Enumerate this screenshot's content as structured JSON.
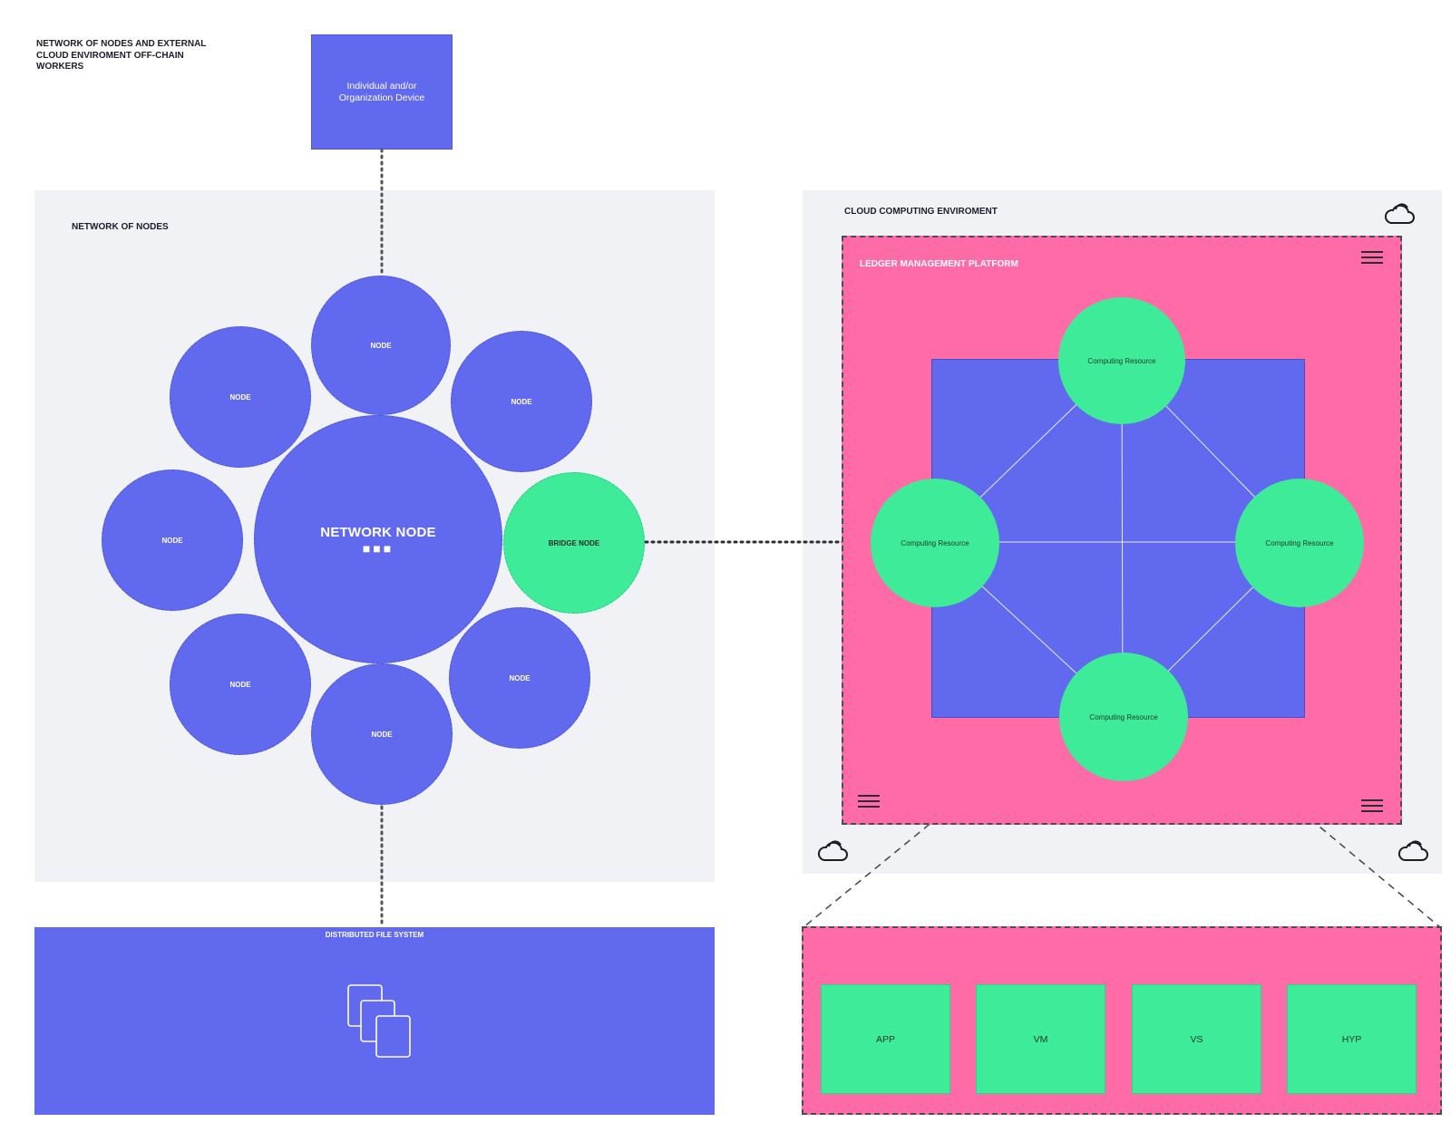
{
  "header": {
    "title_lines": [
      "NETWORK OF NODES AND EXTERNAL",
      "CLOUD ENVIROMENT OFF-CHAIN",
      "WORKERS"
    ]
  },
  "device": {
    "label_lines": [
      "Individual and/or",
      "Organization Device"
    ]
  },
  "network_panel": {
    "title": "NETWORK OF NODES",
    "center_label": "NETWORK NODE",
    "center_dots": "■■■",
    "node_label": "NODE",
    "bridge_label": "BRIDGE NODE"
  },
  "cloud_panel": {
    "title": "CLOUD COMPUTING ENVIROMENT",
    "platform_title": "LEDGER MANAGEMENT PLATFORM",
    "resource_label": "Computing Resource"
  },
  "dfs": {
    "title": "DISTRIBUTED FILE SYSTEM"
  },
  "stack": {
    "tiles": [
      "APP",
      "VM",
      "VS",
      "HYP"
    ]
  },
  "icons": {
    "cloud": "cloud-icon",
    "menu": "menu-icon",
    "files": "documents-icon"
  },
  "colors": {
    "blue": "#6169ef",
    "green": "#3deb99",
    "pink": "#ff6ba6",
    "panel": "#f1f2f6"
  }
}
